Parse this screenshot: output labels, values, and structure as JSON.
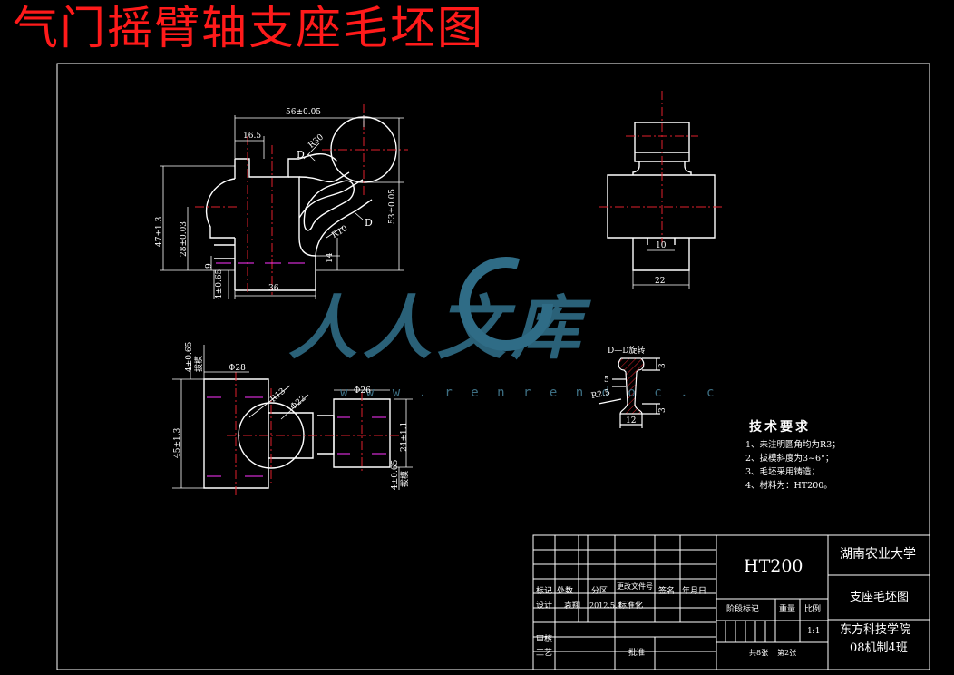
{
  "title": "气门摇臂轴支座毛坯图",
  "watermark": {
    "text": "人人文库",
    "url": "w w w . r e n r e n d o c . c"
  },
  "dimensions": {
    "d56": "56±0.05",
    "d16_5": "16.5",
    "r30": "R30",
    "d_mark": "D",
    "d47": "47±1.3",
    "d28": "28±0.03",
    "d9": "9",
    "d4": "4±0.65",
    "d36": "36",
    "d53": "53±0.05",
    "r10": "R10",
    "d14": "14",
    "d10": "10",
    "d22": "22",
    "d4b": "4±0.65",
    "d4note": "拔模",
    "dia28": "Φ28",
    "r13": "R13",
    "dia22": "Φ22",
    "dia26": "Φ26",
    "d45": "45±1.3",
    "d24": "24±1.1",
    "d4c": "4±0.65",
    "section_title": "D—D旋转",
    "s3a": "3",
    "s5": "5",
    "sr25": "R2.5",
    "s3b": "3",
    "s12": "12"
  },
  "notes": {
    "title": "技术要求",
    "items": [
      "1、未注明圆角均为R3；",
      "2、拔模斜度为3~6°；",
      "3、毛坯采用铸造；",
      "4、材料为：HT200。"
    ]
  },
  "titleblock": {
    "material": "HT200",
    "school": "湖南农业大学",
    "drawing_name": "支座毛坯图",
    "college": "东方科技学院",
    "class": "08机制4班",
    "h_mark": "标记",
    "h_count": "处数",
    "h_zone": "分区",
    "h_doc": "更改文件号",
    "h_sign": "签名",
    "h_date": "年月日",
    "design": "设计",
    "designer": "袁翔",
    "design_date": "2012.5.4",
    "standard": "标准化",
    "stage": "阶段标记",
    "weight": "重量",
    "scale": "比例",
    "scale_val": "1:1",
    "review": "审核",
    "process": "工艺",
    "approve": "批准",
    "sheets": "共8张",
    "sheet_no": "第2张"
  }
}
